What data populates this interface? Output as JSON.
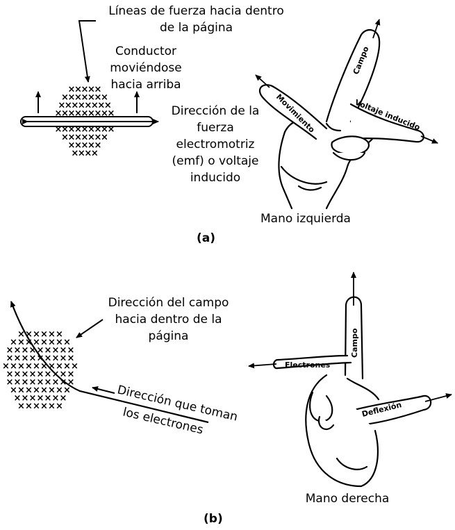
{
  "panel_a": {
    "field_lines_label": "Líneas de fuerza hacia dentro\nde la página",
    "conductor_label": "Conductor\nmoviéndose\nhacia arriba",
    "emf_label": "Dirección de la\nfuerza\nelectromotriz\n(emf) o voltaje\ninducido",
    "hand_caption": "Mano izquierda",
    "finger_motion": "Movimiento",
    "finger_field": "Campo",
    "finger_voltage": "Voltaje inducido",
    "panel_tag": "(a)"
  },
  "panel_b": {
    "field_direction_label": "Dirección del campo\nhacia dentro de la\npágina",
    "electron_path_line1": "Dirección que toman",
    "electron_path_line2": "los electrones",
    "hand_caption": "Mano derecha",
    "finger_electrons": "Electrones",
    "finger_field": "Campo",
    "finger_deflection": "Deflexión",
    "panel_tag": "(b)"
  },
  "colors": {
    "ink": "#000000",
    "background": "#ffffff"
  },
  "icons": [
    "left-hand-drawing",
    "right-hand-drawing",
    "field-x-pattern"
  ]
}
